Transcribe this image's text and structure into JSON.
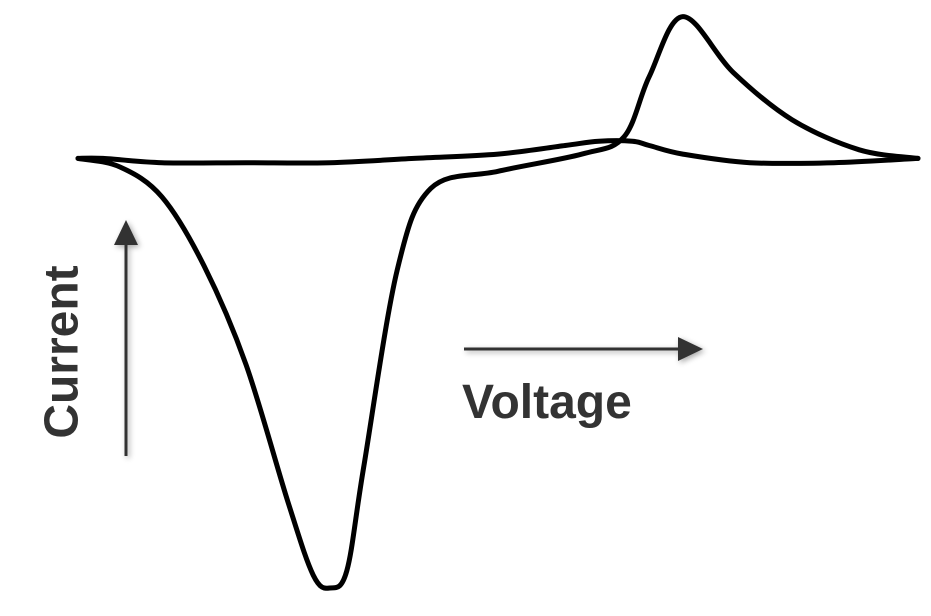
{
  "chart_data": {
    "type": "line",
    "title": "",
    "xlabel": "Voltage",
    "ylabel": "Current",
    "grid": false,
    "legend": "none",
    "colors": {
      "curve": "#000000",
      "arrow": "#333333",
      "label": "#333333"
    },
    "xlim": [
      0,
      1
    ],
    "ylim": [
      -1.0,
      0.35
    ],
    "series": [
      {
        "x": [
          0.0,
          0.05,
          0.1,
          0.15,
          0.2,
          0.25,
          0.28,
          0.3,
          0.32,
          0.34,
          0.38,
          0.42,
          0.5,
          0.6,
          0.65,
          0.68,
          0.72,
          0.78,
          0.85,
          0.93,
          1.0
        ],
        "y": [
          0.0,
          -0.02,
          -0.09,
          -0.25,
          -0.48,
          -0.8,
          -0.97,
          -1.0,
          -0.96,
          -0.72,
          -0.26,
          -0.07,
          -0.03,
          0.01,
          0.05,
          0.19,
          0.33,
          0.2,
          0.09,
          0.02,
          0.0
        ]
      },
      {
        "x": [
          1.0,
          0.9,
          0.8,
          0.72,
          0.68,
          0.66,
          0.62,
          0.58,
          0.5,
          0.4,
          0.3,
          0.2,
          0.1,
          0.03,
          0.0
        ],
        "y": [
          0.0,
          -0.01,
          -0.01,
          0.01,
          0.03,
          0.04,
          0.04,
          0.03,
          0.01,
          0.0,
          -0.01,
          -0.01,
          -0.01,
          0.0,
          0.0
        ]
      }
    ]
  }
}
